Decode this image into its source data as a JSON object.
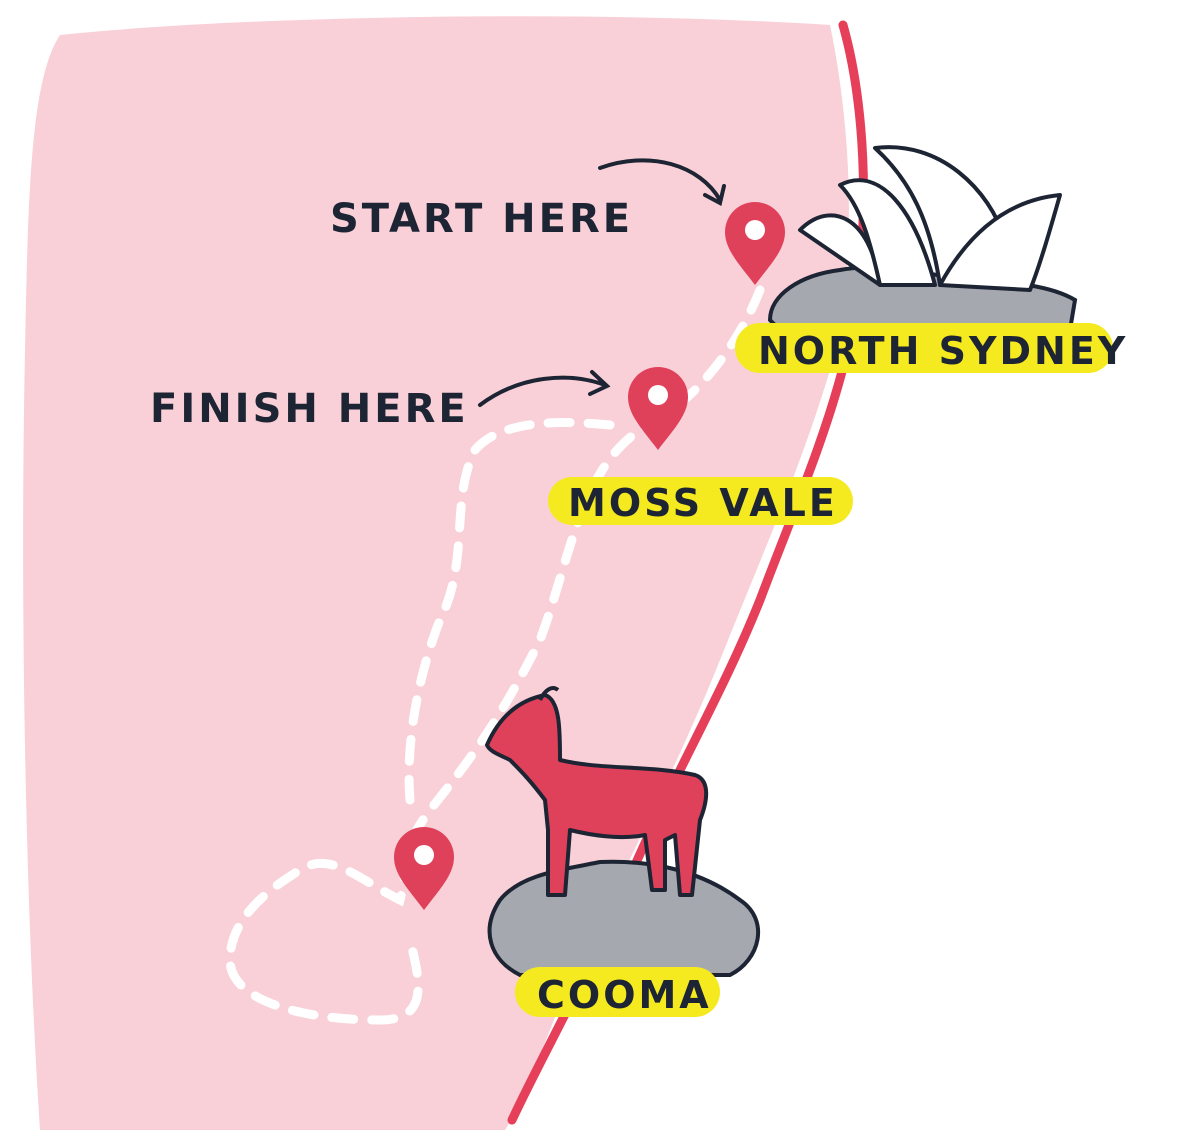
{
  "annotations": {
    "start": "START HERE",
    "finish": "FINISH HERE"
  },
  "places": {
    "north_sydney": "NORTH SYDNEY",
    "moss_vale": "MOSS VALE",
    "cooma": "COOMA"
  },
  "colors": {
    "land": "#f9d0d7",
    "coast": "#e63f5a",
    "highlight": "#f5ea1f",
    "rock": "#a6a8b0",
    "ink": "#1d2433",
    "pin": "#e0415a"
  },
  "icons": [
    "map-pin-icon",
    "arrow-icon",
    "opera-house-icon",
    "goat-icon"
  ]
}
